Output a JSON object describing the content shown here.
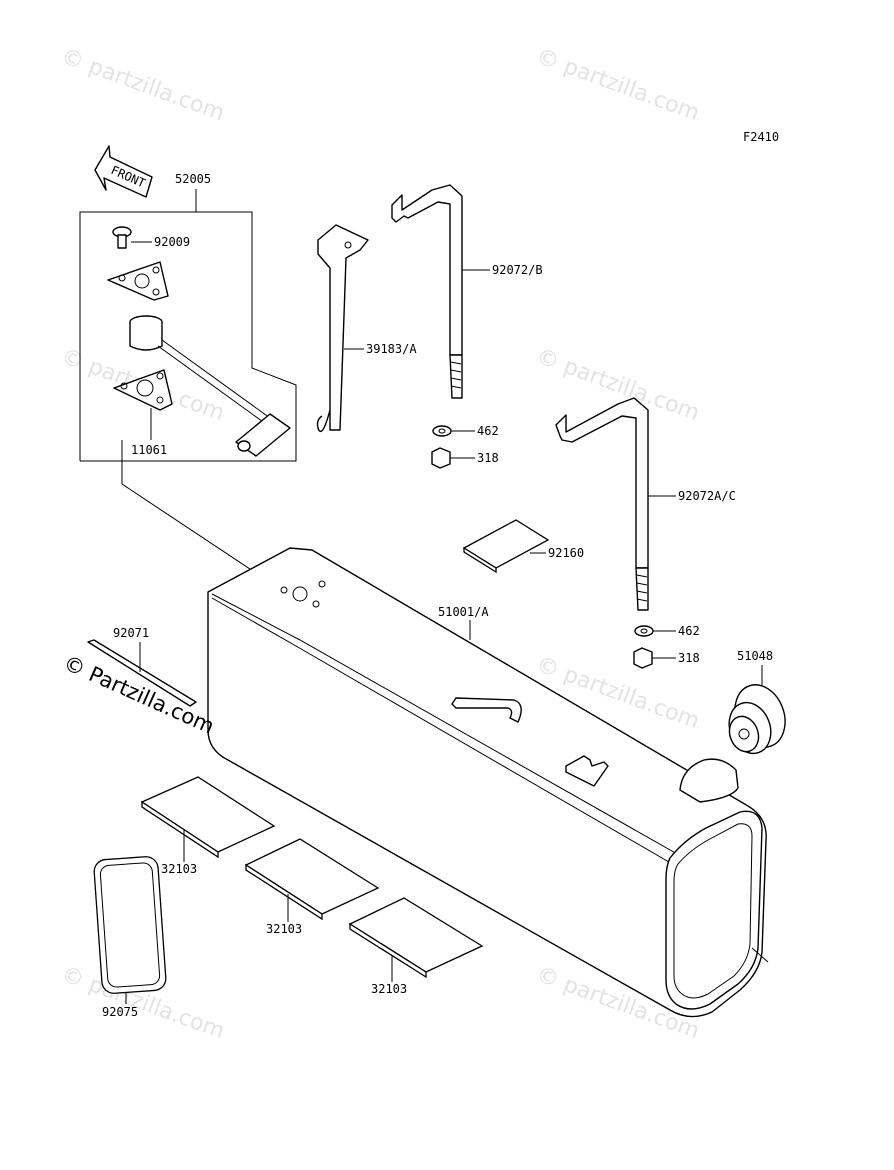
{
  "figure_code": "F2410",
  "copyright": "© Partzilla.com",
  "watermark": "© partzilla.com",
  "front_label": "FRONT",
  "parts": {
    "p52005": "52005",
    "p92009": "92009",
    "p11061": "11061",
    "p39183A": "39183/A",
    "p92072B": "92072/B",
    "p462a": "462",
    "p318a": "318",
    "p92072AC": "92072A/C",
    "p92160": "92160",
    "p51001A": "51001/A",
    "p462b": "462",
    "p318b": "318",
    "p51048": "51048",
    "p92071": "92071",
    "p32103a": "32103",
    "p32103b": "32103",
    "p32103c": "32103",
    "p92075": "92075"
  }
}
